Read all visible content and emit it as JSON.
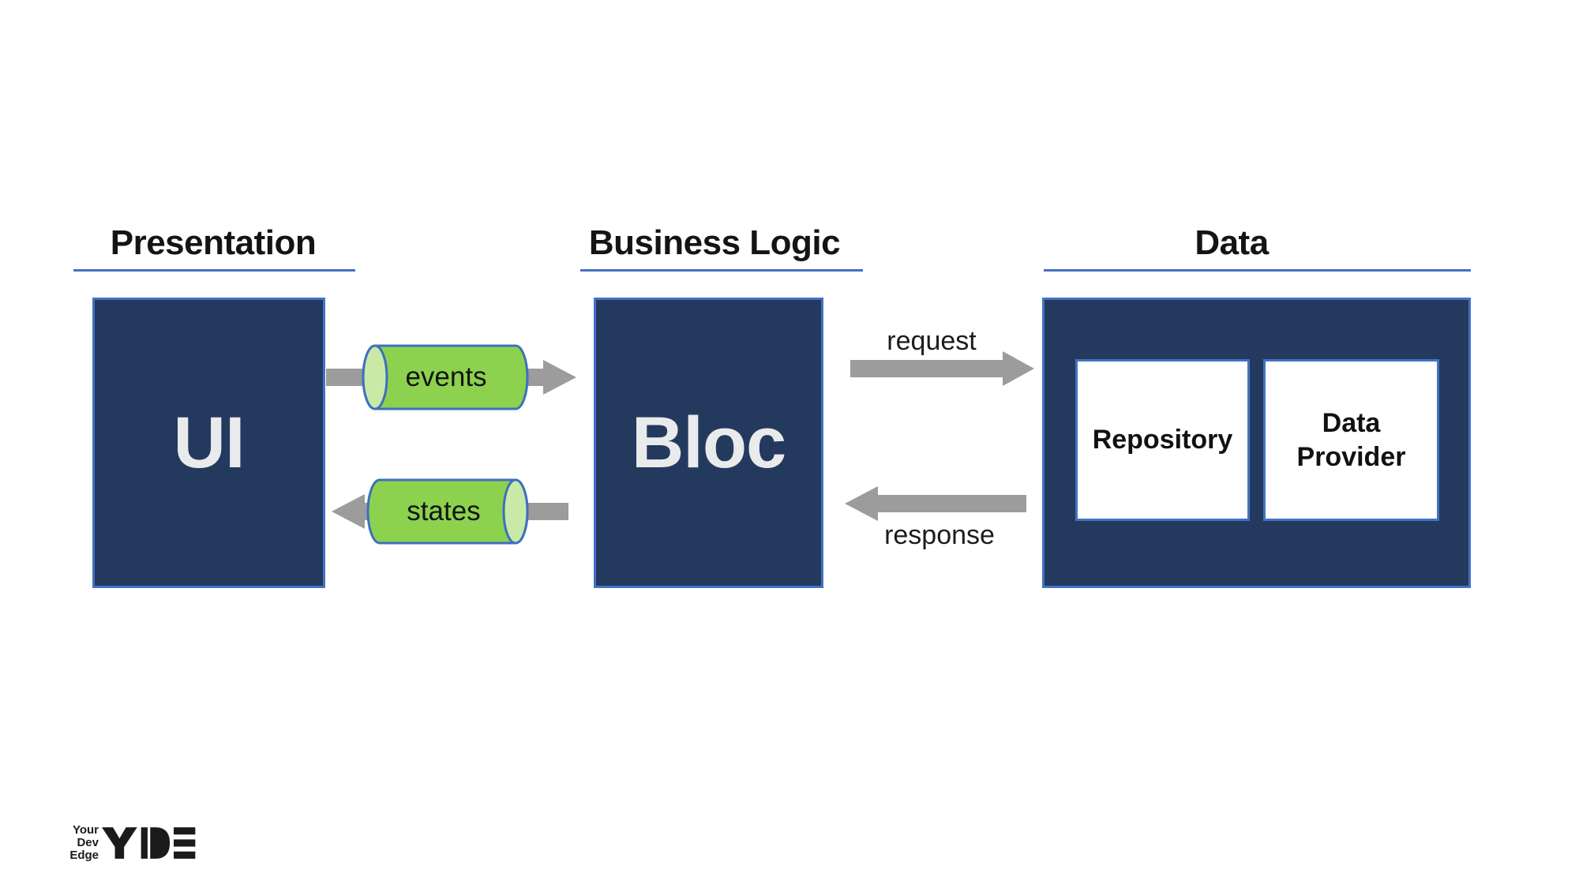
{
  "colors": {
    "navy": "#24395E",
    "border_blue": "#4472C4",
    "underline_blue": "#4472C4",
    "green": "#8CD24E",
    "green_light": "#C9E9A6",
    "green_stroke": "#3E6FC0",
    "arrow_gray": "#9C9C9C",
    "box_label": "#E9EAEC",
    "text": "#141414",
    "logo": "#1B1B1B"
  },
  "columns": [
    {
      "title": "Presentation",
      "box_label": "UI"
    },
    {
      "title": "Business Logic",
      "box_label": "Bloc"
    },
    {
      "title": "Data",
      "children": [
        {
          "label": "Repository"
        },
        {
          "label": "Data Provider"
        }
      ]
    }
  ],
  "streams": {
    "events_label": "events",
    "states_label": "states"
  },
  "flows": {
    "request_label": "request",
    "response_label": "response"
  },
  "logo": {
    "tagline": [
      "Your",
      "Dev",
      "Edge"
    ],
    "monogram": "YDE"
  }
}
